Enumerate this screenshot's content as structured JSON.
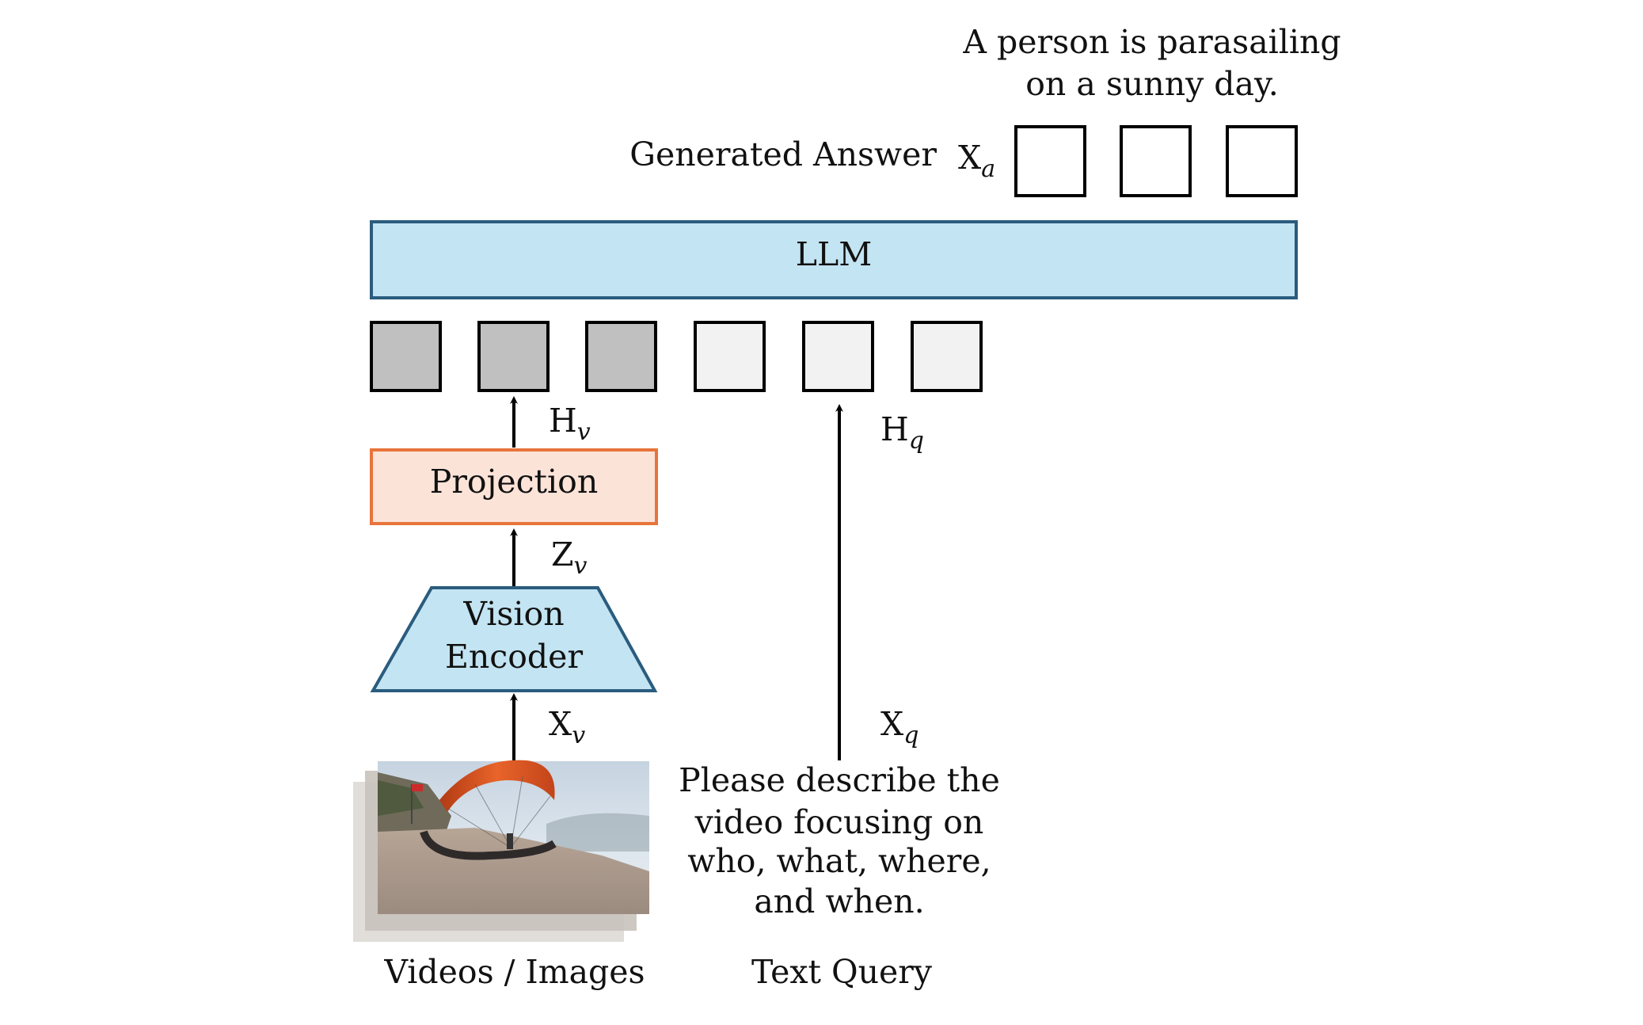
{
  "answer_text": {
    "line1": "A person is parasailing",
    "line2": "on a sunny day."
  },
  "generated_answer": {
    "label": "Generated Answer",
    "symbol": "X",
    "subscript": "a"
  },
  "llm": {
    "label": "LLM"
  },
  "hidden_visual": {
    "symbol": "H",
    "subscript": "v"
  },
  "hidden_query": {
    "symbol": "H",
    "subscript": "q"
  },
  "projection": {
    "label": "Projection"
  },
  "visual_feature": {
    "symbol": "Z",
    "subscript": "v"
  },
  "vision_encoder": {
    "line1": "Vision",
    "line2": "Encoder"
  },
  "visual_input": {
    "symbol": "X",
    "subscript": "v"
  },
  "query_input": {
    "symbol": "X",
    "subscript": "q"
  },
  "query_text": {
    "line1": "Please describe the",
    "line2": "video focusing on",
    "line3": "who, what, where,",
    "line4": "and when."
  },
  "captions": {
    "videos_images": "Videos / Images",
    "text_query": "Text Query"
  },
  "colors": {
    "llm_fill": "#c3e4f2",
    "llm_stroke": "#2a5c7e",
    "projection_fill": "#fbe3d8",
    "projection_stroke": "#e8743b",
    "encoder_fill": "#c3e4f2",
    "encoder_stroke": "#2a5c7e",
    "visual_token_fill": "#c0c0c0",
    "text_token_fill": "#f2f2f2",
    "answer_token_fill": "#ffffff"
  }
}
